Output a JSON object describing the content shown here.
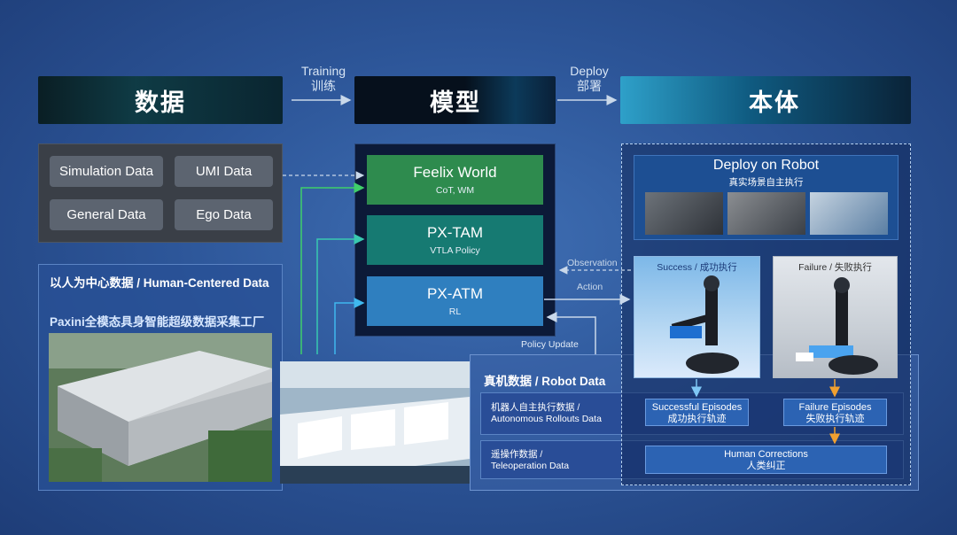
{
  "top": {
    "data_label": "数据",
    "model_label": "模型",
    "body_label": "本体",
    "training_en": "Training",
    "training_zh": "训练",
    "deploy_en": "Deploy",
    "deploy_zh": "部署"
  },
  "data_sources": [
    "Simulation Data",
    "UMI Data",
    "General Data",
    "Ego Data"
  ],
  "human_centered": {
    "title": "以人为中心数据 / Human-Centered Data",
    "factory": "Paxini全模态具身智能超级数据采集工厂"
  },
  "model": {
    "feelix_title": "Feelix World",
    "feelix_sub": "CoT, WM",
    "tam_title": "PX-TAM",
    "tam_sub": "VTLA Policy",
    "atm_title": "PX-ATM",
    "atm_sub": "RL"
  },
  "flows": {
    "observation": "Observation",
    "action": "Action",
    "policy_update": "Policy Update"
  },
  "deploy": {
    "title": "Deploy on Robot",
    "subtitle": "真实场景自主执行",
    "success": "Success / 成功执行",
    "failure": "Failure / 失败执行"
  },
  "robot_data": {
    "title": "真机数据 / Robot Data",
    "row1_zh": "机器人自主执行数据 /",
    "row1_en": "Autonomous Rollouts Data",
    "row2_zh": "遥操作数据 /",
    "row2_en": "Teleoperation Data",
    "success_en": "Successful Episodes",
    "success_zh": "成功执行轨迹",
    "failure_en": "Failure Episodes",
    "failure_zh": "失败执行轨迹",
    "correction_en": "Human Corrections",
    "correction_zh": "人类纠正"
  },
  "colors": {
    "feelix": "#2e8b4e",
    "tam": "#167a72",
    "atm": "#2f7fbf",
    "green_arrow": "#3fcf6a",
    "teal_arrow": "#38c9b0",
    "blue_arrow": "#3fb8ee"
  }
}
